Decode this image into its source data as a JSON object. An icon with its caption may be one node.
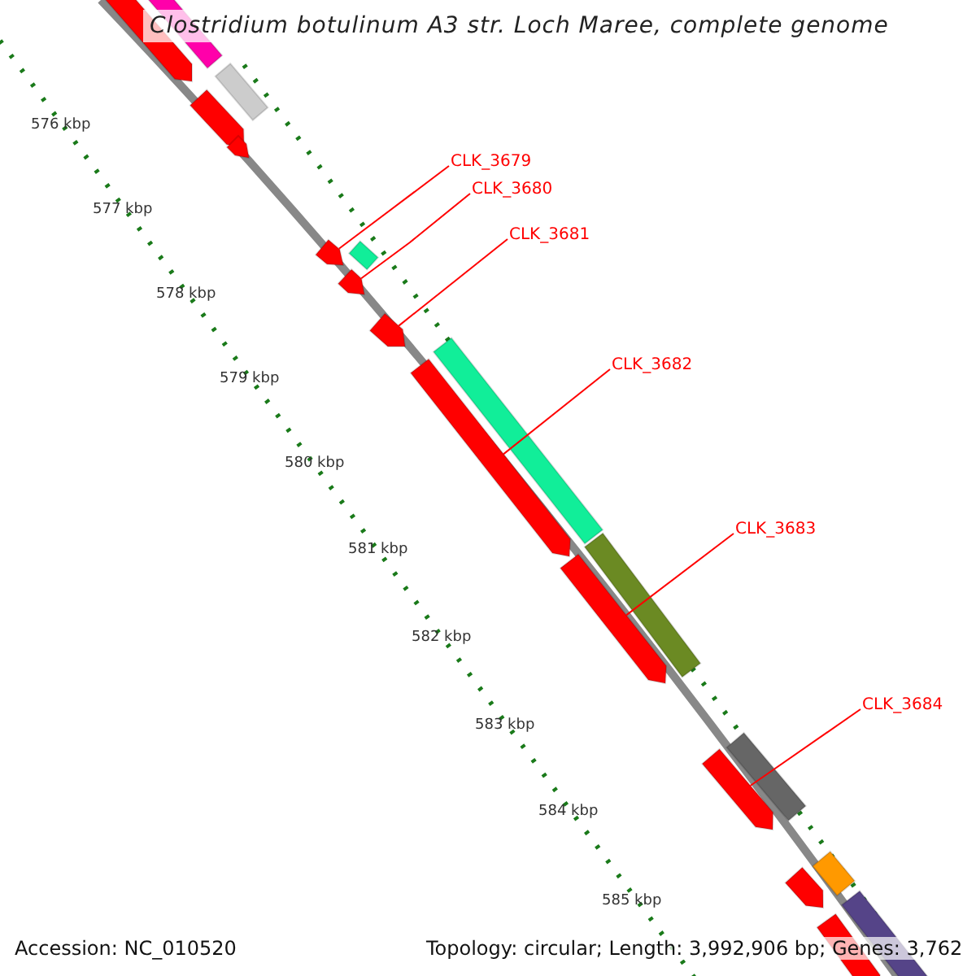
{
  "diagram": {
    "title": "Clostridium botulinum A3 str. Loch Maree, complete genome",
    "nodes": [
      {
        "text": [
          "CLK_3679"
        ]
      },
      {
        "text": [
          "CLK_3680"
        ]
      },
      {
        "text": [
          "CLK_3681"
        ]
      },
      {
        "text": [
          "CLK_3682"
        ]
      },
      {
        "text": [
          "CLK_3683"
        ]
      },
      {
        "text": [
          "CLK_3684"
        ]
      },
      {
        "text": [],
        "shape": "arrow"
      },
      {
        "text": [],
        "shape": "bar"
      },
      {
        "text": [],
        "shape": "bar"
      },
      {
        "text": [],
        "shape": "arrow"
      },
      {
        "text": [],
        "shape": "arrow"
      },
      {
        "text": [],
        "shape": "bar"
      },
      {
        "text": [],
        "shape": "arrow"
      },
      {
        "text": [],
        "shape": "arrow"
      },
      {
        "text": [],
        "shape": "arrow"
      },
      {
        "text": [],
        "shape": "bar"
      },
      {
        "text": [],
        "shape": "arrow"
      },
      {
        "text": [],
        "shape": "arrow"
      },
      {
        "text": [],
        "shape": "bar"
      },
      {
        "text": [],
        "shape": "bar"
      },
      {
        "text": [],
        "shape": "arrow"
      },
      {
        "text": [],
        "shape": "arrow"
      },
      {
        "text": [],
        "shape": "bar"
      },
      {
        "text": [],
        "shape": "bar"
      },
      {
        "text": [],
        "shape": "arrow"
      }
    ],
    "edges": [
      {
        "from": 0,
        "to": 12,
        "arrow": "none"
      },
      {
        "from": 1,
        "to": 13,
        "arrow": "none"
      },
      {
        "from": 2,
        "to": 14,
        "arrow": "none"
      },
      {
        "from": 3,
        "to": 16,
        "arrow": "none"
      },
      {
        "from": 4,
        "to": 17,
        "arrow": "none"
      },
      {
        "from": 5,
        "to": 20,
        "arrow": "none"
      }
    ],
    "labels": [
      "576 kbp",
      "577 kbp",
      "578 kbp",
      "579 kbp",
      "580 kbp",
      "581 kbp",
      "582 kbp",
      "583 kbp",
      "584 kbp",
      "585 kbp",
      "Accession: NC_010520",
      "Topology: circular; Length: 3,992,906 bp; Genes: 3,762"
    ]
  }
}
